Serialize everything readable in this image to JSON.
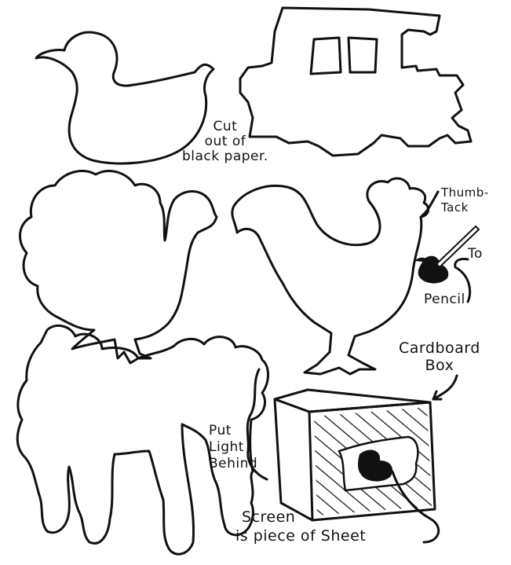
{
  "labels": {
    "cut_out": [
      "Cut",
      "out of",
      "black paper."
    ],
    "thumb_tack": [
      "Thumb-",
      "Tack"
    ],
    "to": "To",
    "pencil": "Pencil",
    "cardboard_box": [
      "Cardboard",
      "Box"
    ],
    "put_light": [
      "Put",
      "Light",
      "Behind"
    ],
    "screen": [
      "Screen",
      "is piece of Sheet"
    ]
  },
  "colors": {
    "ink": "#111111",
    "paper": "#ffffff"
  }
}
